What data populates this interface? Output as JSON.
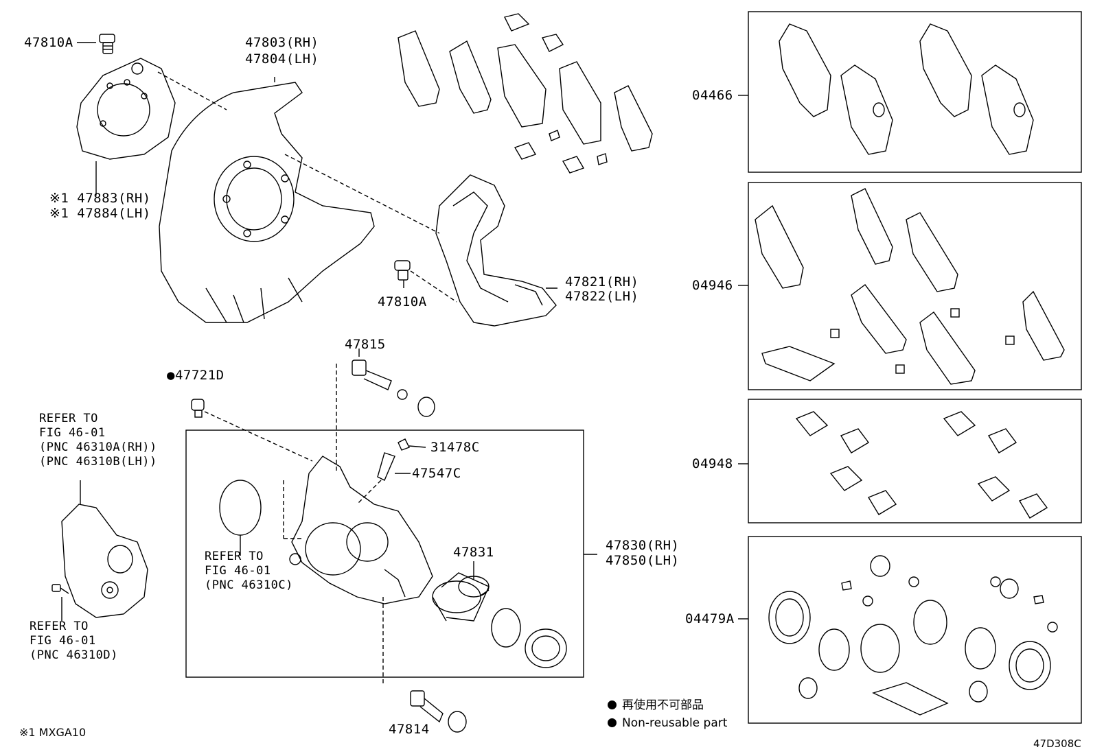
{
  "labels": {
    "p47810A_top": "47810A",
    "p47803": "47803(RH)",
    "p47804": "47804(LH)",
    "p47883": "※1 47883(RH)",
    "p47884": "※1 47884(LH)",
    "p47810A_mid": "47810A",
    "p47821": "47821(RH)",
    "p47822": "47822(LH)",
    "p47815": "47815",
    "p47721D": "●47721D",
    "p31478C": "31478C",
    "p47547C": "47547C",
    "p47831": "47831",
    "p47830": "47830(RH)",
    "p47850": "47850(LH)",
    "p47814": "47814",
    "p04466": "04466",
    "p04946": "04946",
    "p04948": "04948",
    "p04479A": "04479A"
  },
  "refers": {
    "left_top": [
      "REFER TO",
      "FIG 46-01",
      "(PNC 46310A(RH))",
      "(PNC 46310B(LH))"
    ],
    "left_bottom": [
      "REFER TO",
      "FIG 46-01",
      "(PNC 46310D)"
    ],
    "center": [
      "REFER TO",
      "FIG 46-01",
      "(PNC 46310C)"
    ]
  },
  "legend": {
    "jp": "再使用不可部品",
    "en": "Non-reusable part"
  },
  "footnote": "※1 MXGA10",
  "code": "47D308C"
}
